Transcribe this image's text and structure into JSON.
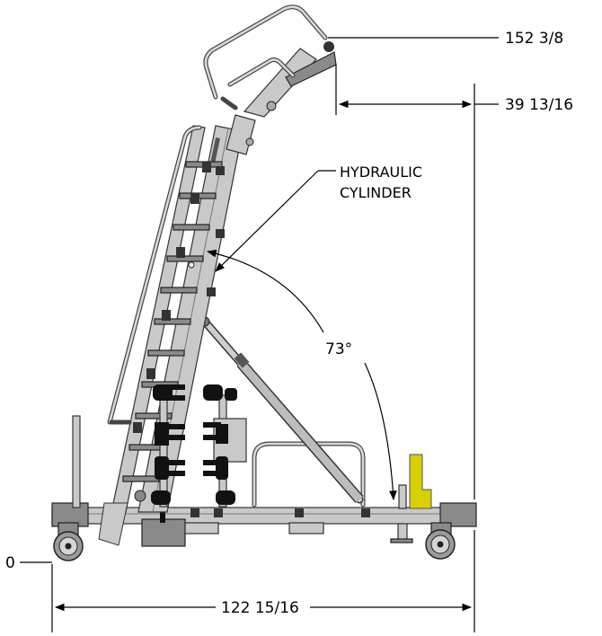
{
  "dimensions": {
    "top_height": "152 3/8",
    "overhang": "39 13/16",
    "base_zero": "0",
    "overall_length": "122 15/16"
  },
  "callouts": {
    "hydraulic_line1": "HYDRAULIC",
    "hydraulic_line2": "CYLINDER",
    "angle": "73°"
  },
  "colors": {
    "frame": "#c9c9c9",
    "accent_yellow": "#d8d000",
    "lines": "#000000"
  }
}
